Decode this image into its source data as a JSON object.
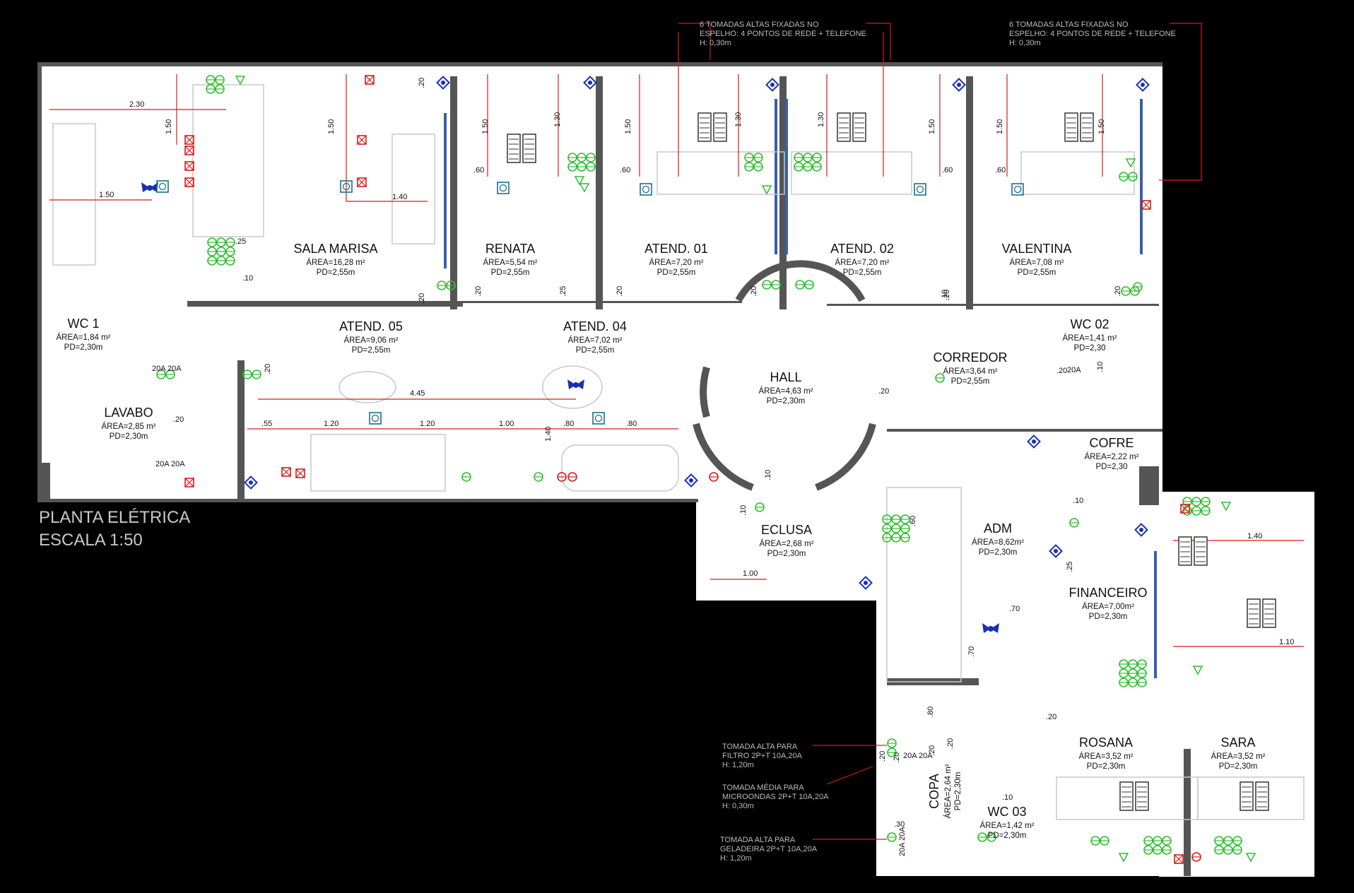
{
  "title": {
    "line1": "PLANTA ELÉTRICA",
    "line2": "ESCALA 1:50"
  },
  "rooms": [
    {
      "id": "sala-marisa",
      "name": "SALA MARISA",
      "area": "ÁREA=16,28 m²",
      "pd": "PD=2,55m"
    },
    {
      "id": "renata",
      "name": "RENATA",
      "area": "ÁREA=5,54 m²",
      "pd": "PD=2,55m"
    },
    {
      "id": "atend-01",
      "name": "ATEND. 01",
      "area": "ÁREA=7,20 m²",
      "pd": "PD=2,55m"
    },
    {
      "id": "atend-02",
      "name": "ATEND. 02",
      "area": "ÁREA=7,20 m²",
      "pd": "PD=2,55m"
    },
    {
      "id": "valentina",
      "name": "VALENTINA",
      "area": "ÁREA=7,08 m²",
      "pd": "PD=2,55m"
    },
    {
      "id": "wc1",
      "name": "WC 1",
      "area": "ÁREA=1,84 m²",
      "pd": "PD=2,30m"
    },
    {
      "id": "atend-05",
      "name": "ATEND. 05",
      "area": "ÁREA=9,06 m²",
      "pd": "PD=2,55m"
    },
    {
      "id": "atend-04",
      "name": "ATEND. 04",
      "area": "ÁREA=7,02 m²",
      "pd": "PD=2,55m"
    },
    {
      "id": "hall",
      "name": "HALL",
      "area": "ÁREA=4,63 m²",
      "pd": "PD=2,30m"
    },
    {
      "id": "corredor",
      "name": "CORREDOR",
      "area": "ÁREA=3,64 m²",
      "pd": "PD=2,55m"
    },
    {
      "id": "wc02",
      "name": "WC 02",
      "area": "ÁREA=1,41 m²",
      "pd": "PD=2,30"
    },
    {
      "id": "lavabo",
      "name": "LAVABO",
      "area": "ÁREA=2,85 m²",
      "pd": "PD=2,30m"
    },
    {
      "id": "cofre",
      "name": "COFRE",
      "area": "ÁREA=2,22 m²",
      "pd": "PD=2,30"
    },
    {
      "id": "eclusa",
      "name": "ECLUSA",
      "area": "ÁREA=2,68 m²",
      "pd": "PD=2,30m"
    },
    {
      "id": "adm",
      "name": "ADM",
      "area": "ÁREA=8,62m²",
      "pd": "PD=2,30m"
    },
    {
      "id": "financeiro",
      "name": "FINANCEIRO",
      "area": "ÁREA=7,00m²",
      "pd": "PD=2,30m"
    },
    {
      "id": "rosana",
      "name": "ROSANA",
      "area": "ÁREA=3,52 m²",
      "pd": "PD=2,30m"
    },
    {
      "id": "sara",
      "name": "SARA",
      "area": "ÁREA=3,52 m²",
      "pd": "PD=2,30m"
    },
    {
      "id": "wc03",
      "name": "WC 03",
      "area": "ÁREA=1,42 m²",
      "pd": "PD=2,30m"
    },
    {
      "id": "copa",
      "name": "COPA",
      "area": "ÁREA=2,64 m²",
      "pd": "PD=2,30m"
    }
  ],
  "dimensions": [
    "2.30",
    "1.50",
    "1.50",
    "1.50",
    ".25",
    ".10",
    "1.40",
    ".60",
    "1.50",
    "1.30",
    ".60",
    "1.50",
    "1.30",
    "1.30",
    "1.50",
    ".60",
    "1.50",
    ".60",
    "1.50",
    ".20",
    "4.45",
    ".55",
    "1.20",
    "1.20",
    "1.00",
    ".80",
    ".80",
    "1.40",
    ".20",
    ".20",
    ".10",
    ".10",
    ".20",
    ".60",
    "1.00",
    ".70",
    ".70",
    ".10",
    ".25",
    ".20",
    "1.40",
    ".80",
    ".20",
    ".20",
    ".10",
    ".20",
    ".10",
    ".30",
    ".20",
    ".20",
    ".25",
    ".20",
    ".20",
    ".20",
    ".20",
    ".20",
    ".10",
    ".20",
    "1.10"
  ],
  "breaker_labels": [
    "20A 20A",
    "20A 20A",
    "20A",
    "20A 20A",
    "20A 20A"
  ],
  "notes": [
    {
      "id": "note-top-1",
      "lines": [
        "6 TOMADAS ALTAS FIXADAS NO",
        "ESPELHO: 4 PONTOS DE REDE + TELEFONE",
        "H: 0,30m"
      ]
    },
    {
      "id": "note-top-2",
      "lines": [
        "6 TOMADAS ALTAS FIXADAS NO",
        "ESPELHO: 4 PONTOS DE REDE + TELEFONE",
        "H: 0,30m"
      ]
    },
    {
      "id": "note-copa-1",
      "lines": [
        "TOMADA ALTA PARA",
        "FILTRO 2P+T 10A,20A",
        "H: 1,20m"
      ]
    },
    {
      "id": "note-copa-2",
      "lines": [
        "TOMADA MÉDIA PARA",
        "MICROONDAS 2P+T 10A,20A",
        "H: 0,30m"
      ]
    },
    {
      "id": "note-copa-3",
      "lines": [
        "TOMADA ALTA PARA",
        "GELADEIRA 2P+T 10A,20A",
        "H: 1,20m"
      ]
    }
  ],
  "colors": {
    "background": "#000000",
    "plan": "#ffffff",
    "wall": "#555555",
    "outlet": "#2fbf2f",
    "electric": "#d91a1a",
    "light": "#1a2fb3",
    "furniture": "#c8c8c8",
    "blue_wall": "#3a5fa8"
  }
}
